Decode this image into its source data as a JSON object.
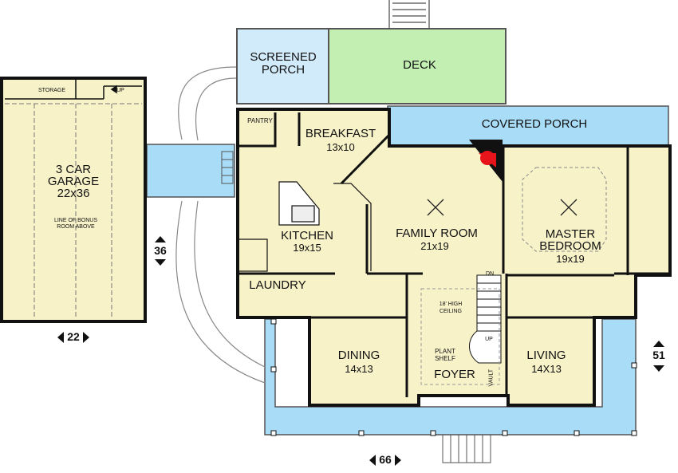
{
  "colors": {
    "floor": "#f8f2c9",
    "porch": "#a9dcf7",
    "screened": "#d2ebfb",
    "deck": "#c3f0b2",
    "wall": "#111111",
    "fireplace": "#e8141b"
  },
  "rooms": {
    "garage": {
      "name_1": "3 CAR",
      "name_2": "GARAGE",
      "size": "22x36",
      "note_1": "LINE OF BONUS",
      "note_2": "ROOM ABOVE",
      "storage": "STORAGE",
      "stair": "UP"
    },
    "screened_porch": {
      "name_1": "SCREENED",
      "name_2": "PORCH"
    },
    "deck": {
      "name": "DECK"
    },
    "covered_porch": {
      "name": "COVERED PORCH"
    },
    "pantry": {
      "name": "PANTRY"
    },
    "breakfast": {
      "name": "BREAKFAST",
      "size": "13x10"
    },
    "kitchen": {
      "name": "KITCHEN",
      "size": "19x15"
    },
    "family_room": {
      "name": "FAMILY ROOM",
      "size": "21x19"
    },
    "master_bedroom": {
      "name_1": "MASTER",
      "name_2": "BEDROOM",
      "size": "19x19"
    },
    "laundry": {
      "name": "LAUNDRY"
    },
    "dining": {
      "name": "DINING",
      "size": "14x13"
    },
    "foyer": {
      "name": "FOYER",
      "ceiling_1": "18' HIGH",
      "ceiling_2": "CEILING",
      "shelf_1": "PLANT",
      "shelf_2": "SHELF",
      "vault": "VAULT",
      "stair_dn": "DN",
      "stair_up": "UP"
    },
    "living": {
      "name": "LIVING",
      "size": "14X13"
    }
  },
  "dimensions": {
    "garage_width": "22",
    "garage_depth": "36",
    "house_width": "66",
    "house_depth": "51"
  }
}
